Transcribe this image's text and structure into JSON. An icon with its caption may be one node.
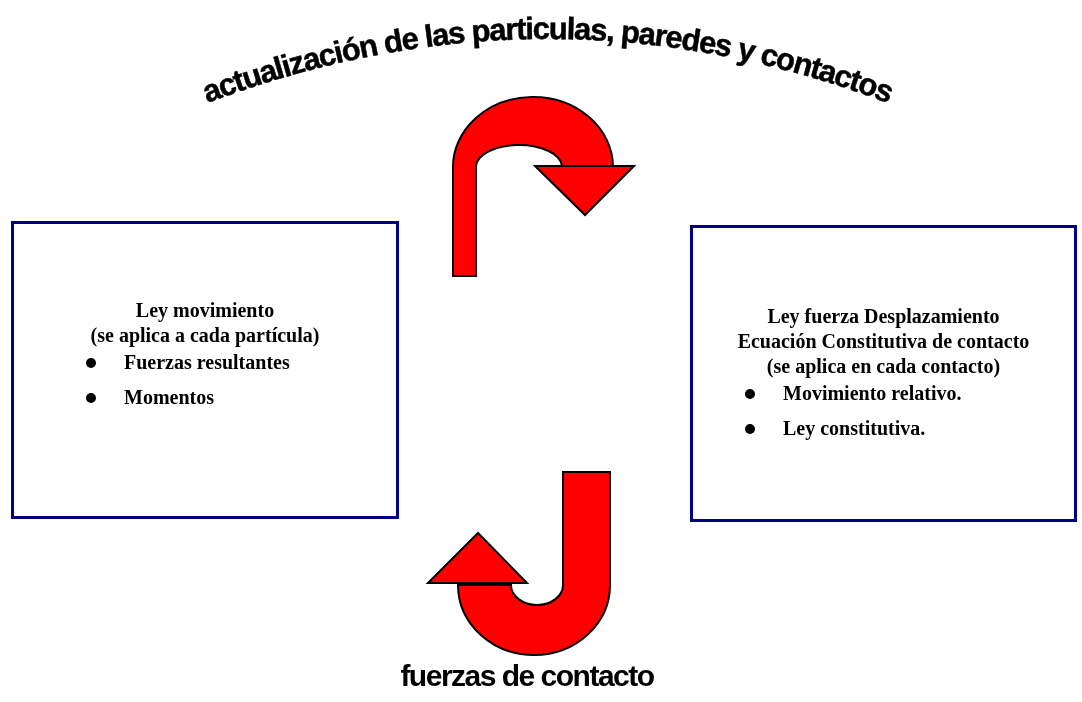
{
  "diagram": {
    "nodes": [
      {
        "text": [
          "Ley movimiento",
          "(se aplica a cada partícula)",
          "Fuerzas resultantes",
          "Momentos"
        ]
      },
      {
        "text": [
          "Ley fuerza Desplazamiento",
          "Ecuación Constitutiva de contacto",
          "(se aplica en cada contacto)",
          "Movimiento relativo.",
          "Ley constitutiva."
        ]
      }
    ],
    "edges": [
      {
        "from": 0,
        "to": 1,
        "arrow": "to",
        "label": "actualización de las particulas, paredes y contactos",
        "style": "thick",
        "color": "#ff0000"
      },
      {
        "from": 1,
        "to": 0,
        "arrow": "to",
        "label": "fuerzas de contacto",
        "style": "thick",
        "color": "#ff0000"
      }
    ]
  }
}
